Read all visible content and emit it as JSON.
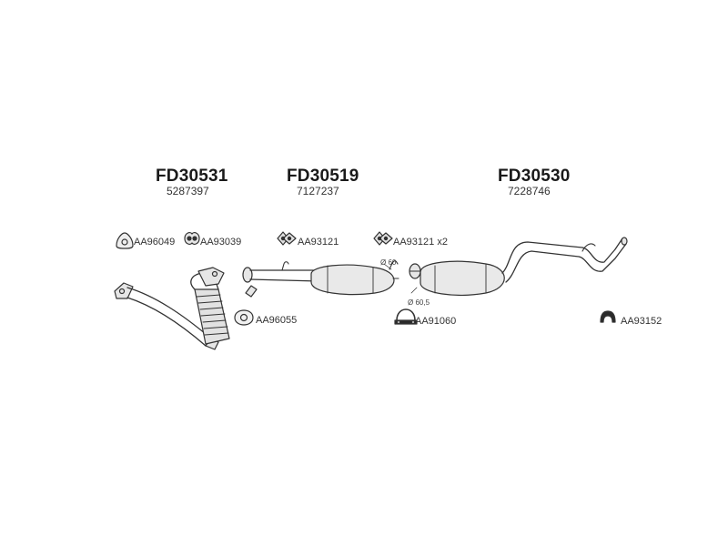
{
  "parts": {
    "front_pipe": {
      "code": "FD30531",
      "oem": "5287397"
    },
    "middle_silencer": {
      "code": "FD30519",
      "oem": "7127237"
    },
    "rear_silencer": {
      "code": "FD30530",
      "oem": "7228746"
    }
  },
  "accessories": {
    "aa96049": "AA96049",
    "aa93039": "AA93039",
    "aa93121": "AA93121",
    "aa93121_x2": "AA93121 x2",
    "aa96055": "AA96055",
    "aa91060": "AA91060",
    "aa93152": "AA93152"
  },
  "dimensions": {
    "dia_60": "Ø 60",
    "dia_60_5": "Ø 60,5"
  },
  "colors": {
    "line": "#333333",
    "fill": "#e6e6e6",
    "shade": "#bdbdbd"
  }
}
